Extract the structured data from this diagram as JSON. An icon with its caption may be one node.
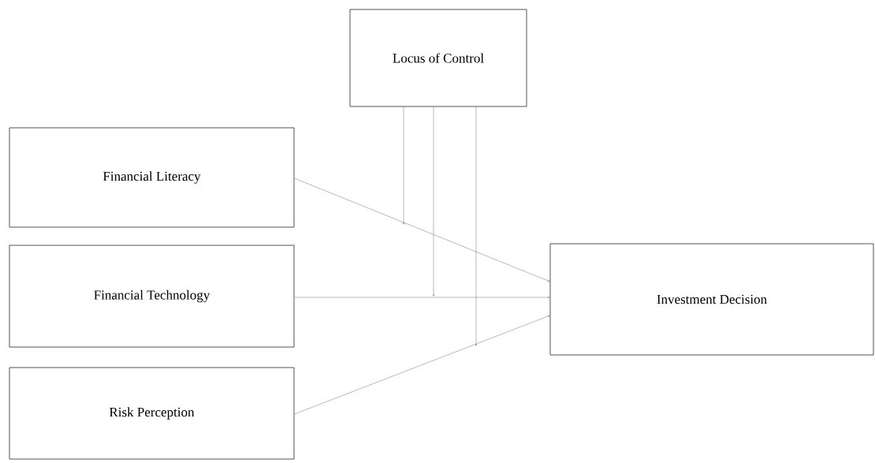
{
  "diagram": {
    "nodes": [
      {
        "text": [
          "Locus of Control"
        ]
      },
      {
        "text": [
          "Financial Literacy"
        ]
      },
      {
        "text": [
          "Financial Technology"
        ]
      },
      {
        "text": [
          "Risk Perception"
        ]
      },
      {
        "text": [
          "Investment Decision"
        ]
      }
    ],
    "edges": [
      {
        "from": 1,
        "to": 4,
        "arrow": "to"
      },
      {
        "from": 2,
        "to": 4,
        "arrow": "to"
      },
      {
        "from": 3,
        "to": 4,
        "arrow": "to"
      },
      {
        "from": 0,
        "to": null,
        "arrow": "to"
      },
      {
        "from": 0,
        "to": null,
        "arrow": "to"
      },
      {
        "from": 0,
        "to": null,
        "arrow": "to"
      }
    ]
  }
}
